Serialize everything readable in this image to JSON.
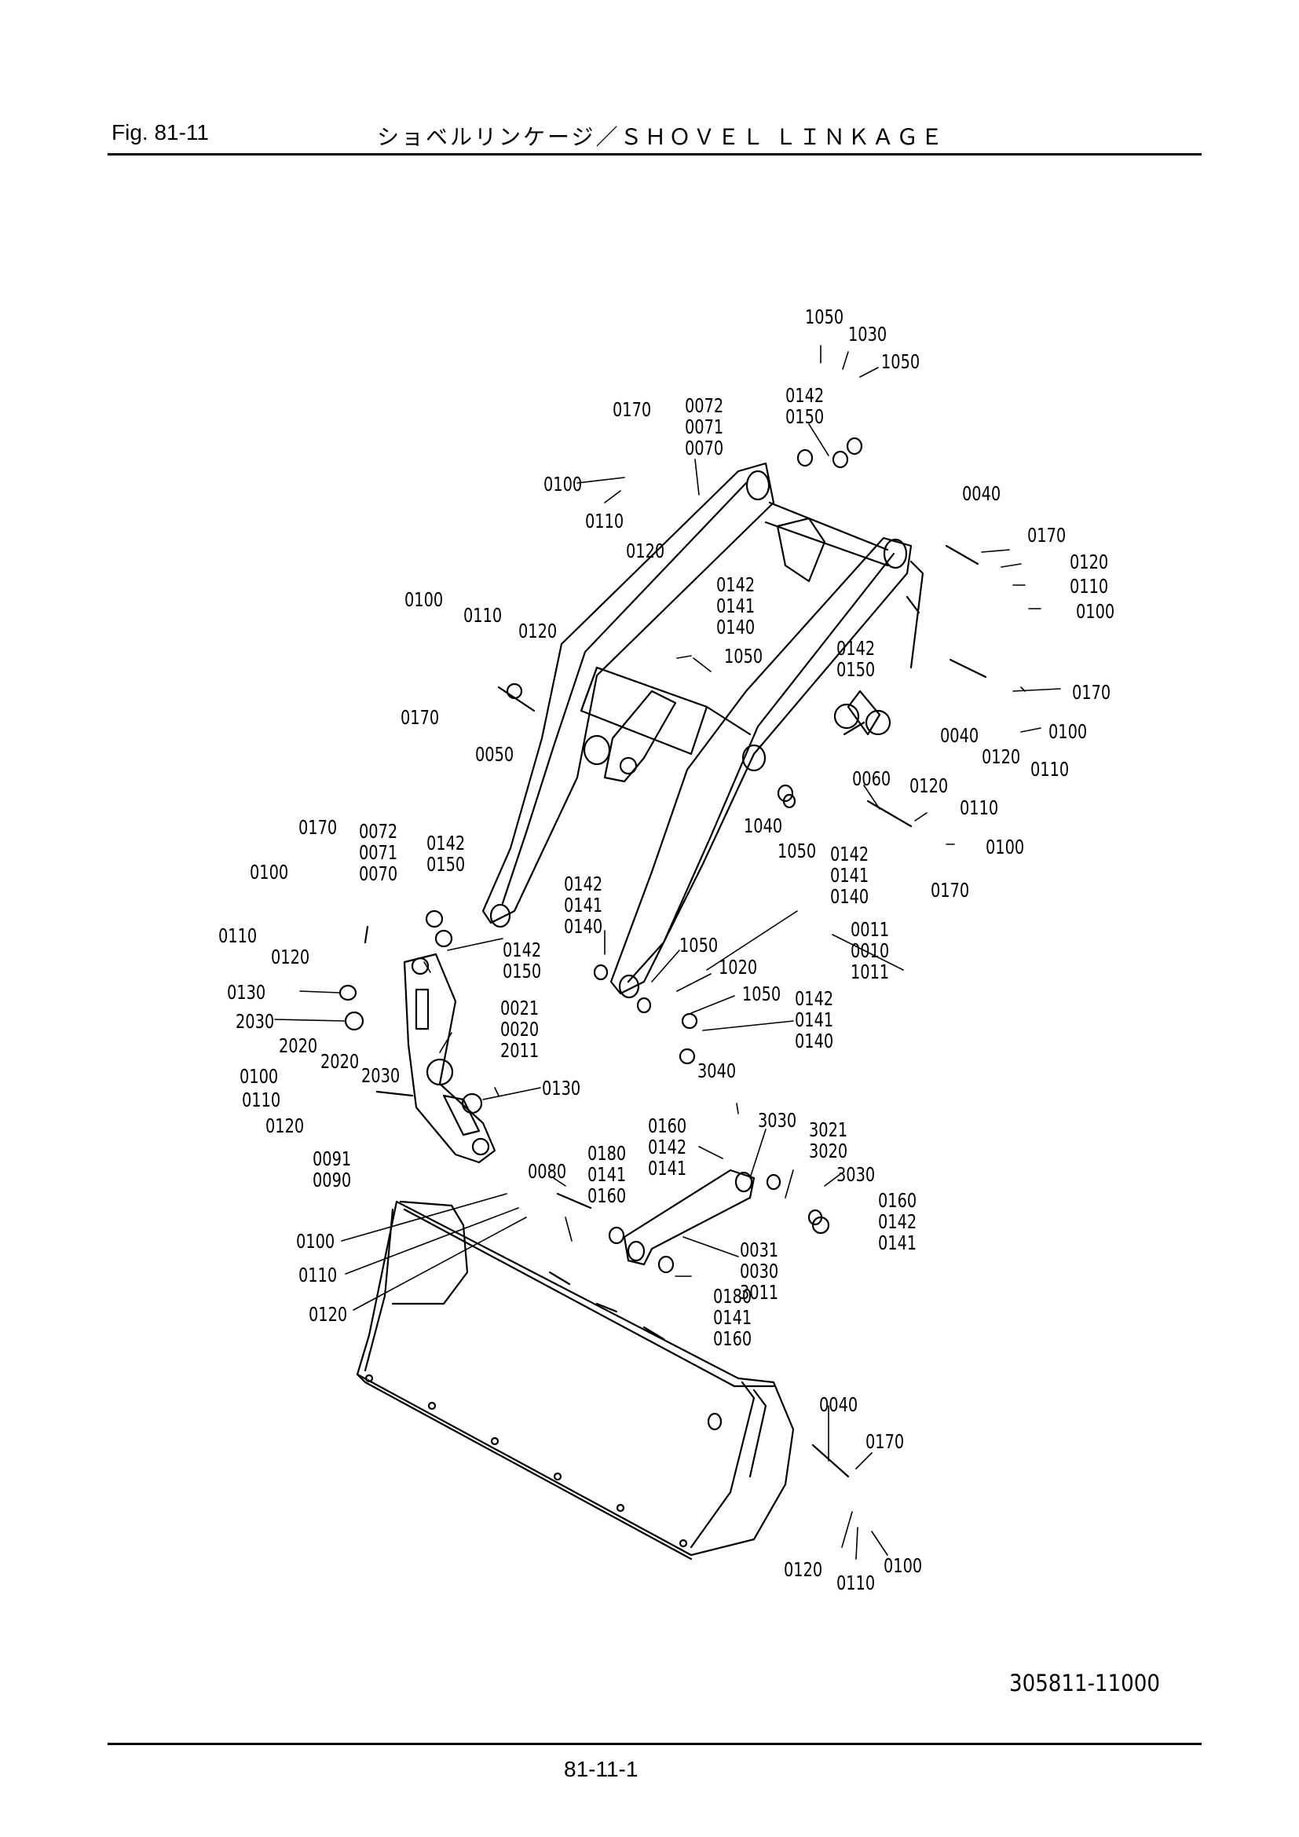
{
  "header": {
    "fig_number": "Fig.  81-11",
    "title": "ショベルリンケージ／ＳＨＯＶＥＬ  ＬＩＮＫＡＧＥ"
  },
  "drawing_number": "305811-11000",
  "page_number": "81-11-1",
  "callouts": [
    [
      "1050"
    ],
    [
      "1030"
    ],
    [
      "1050"
    ],
    [
      "0142",
      "0150"
    ],
    [
      "0072",
      "0071",
      "0070"
    ],
    [
      "0170"
    ],
    [
      "0100"
    ],
    [
      "0110"
    ],
    [
      "0120"
    ],
    [
      "0040"
    ],
    [
      "0170"
    ],
    [
      "0120"
    ],
    [
      "0110"
    ],
    [
      "0100"
    ],
    [
      "0142",
      "0141",
      "0140"
    ],
    [
      "1050"
    ],
    [
      "0142",
      "0150"
    ],
    [
      "0100"
    ],
    [
      "0110"
    ],
    [
      "0120"
    ],
    [
      "0170"
    ],
    [
      "0050"
    ],
    [
      "0170"
    ],
    [
      "0040"
    ],
    [
      "0100"
    ],
    [
      "0120"
    ],
    [
      "0110"
    ],
    [
      "0060"
    ],
    [
      "0120"
    ],
    [
      "0110"
    ],
    [
      "0100"
    ],
    [
      "1040"
    ],
    [
      "1050"
    ],
    [
      "0142",
      "0141",
      "0140"
    ],
    [
      "0170"
    ],
    [
      "0170"
    ],
    [
      "0072",
      "0071",
      "0070"
    ],
    [
      "0142",
      "0150"
    ],
    [
      "0100"
    ],
    [
      "0110"
    ],
    [
      "0120"
    ],
    [
      "0142",
      "0150"
    ],
    [
      "0142",
      "0141",
      "0140"
    ],
    [
      "0011",
      "0010",
      "1011"
    ],
    [
      "1050"
    ],
    [
      "1020"
    ],
    [
      "1050"
    ],
    [
      "0142",
      "0141",
      "0140"
    ],
    [
      "0130"
    ],
    [
      "2030"
    ],
    [
      "2020"
    ],
    [
      "2020"
    ],
    [
      "2030"
    ],
    [
      "0021",
      "0020",
      "2011"
    ],
    [
      "0130"
    ],
    [
      "0100"
    ],
    [
      "0110"
    ],
    [
      "0120"
    ],
    [
      "0091",
      "0090"
    ],
    [
      "3040"
    ],
    [
      "3030"
    ],
    [
      "3021",
      "3020"
    ],
    [
      "3030"
    ],
    [
      "0160",
      "0142",
      "0141"
    ],
    [
      "0180",
      "0141",
      "0160"
    ],
    [
      "0080"
    ],
    [
      "0160",
      "0142",
      "0141"
    ],
    [
      "0031",
      "0030",
      "3011"
    ],
    [
      "0180",
      "0141",
      "0160"
    ],
    [
      "0100"
    ],
    [
      "0110"
    ],
    [
      "0120"
    ],
    [
      "0040"
    ],
    [
      "0170"
    ],
    [
      "0120"
    ],
    [
      "0110"
    ],
    [
      "0100"
    ]
  ]
}
